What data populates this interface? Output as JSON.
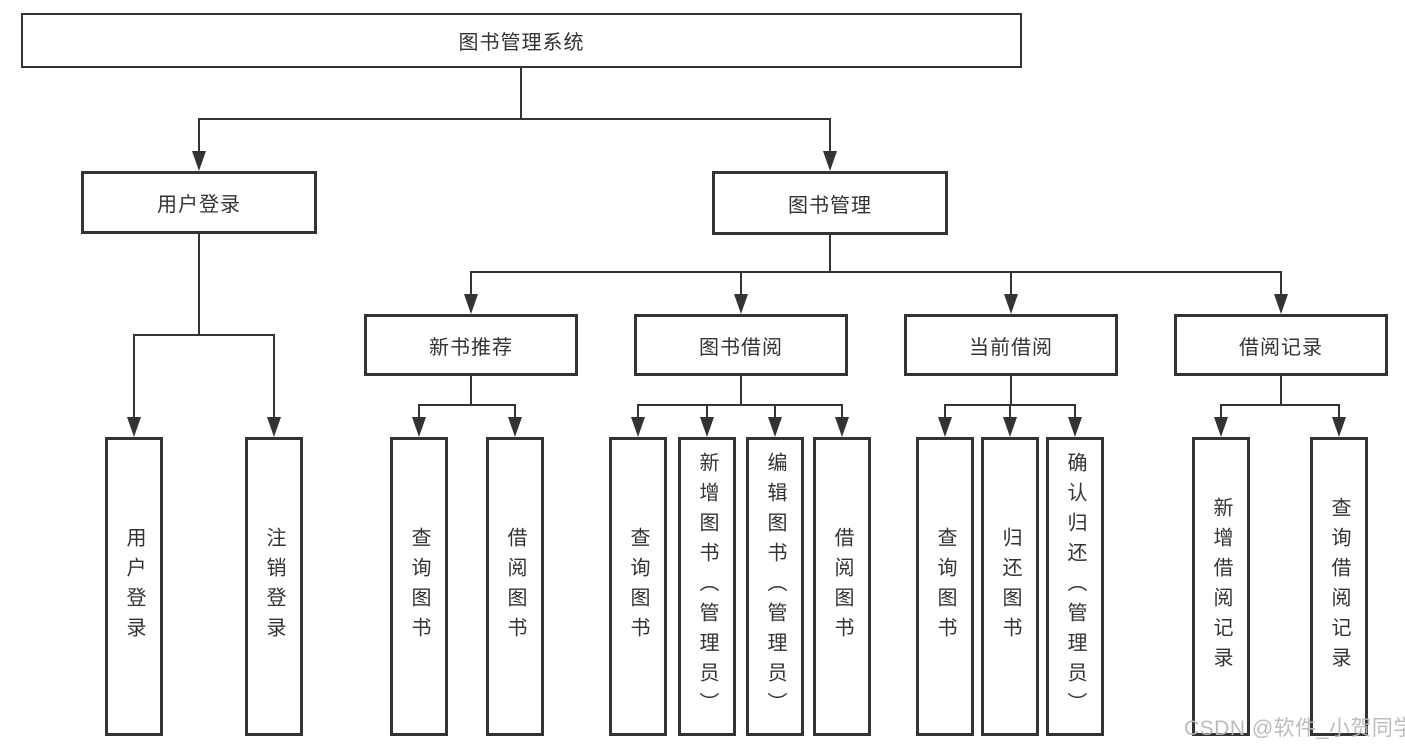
{
  "colors": {
    "line": "#333333",
    "text": "#333333",
    "box_background": "#ffffff",
    "page_background": "#ffffff",
    "watermark": "#b9b9b9"
  },
  "diagram": {
    "type": "hierarchy-tree",
    "root": {
      "label": "图书管理系统"
    },
    "level2": [
      {
        "label": "用户登录",
        "parent": "图书管理系统"
      },
      {
        "label": "图书管理",
        "parent": "图书管理系统"
      }
    ],
    "level3": [
      {
        "label": "新书推荐",
        "parent": "图书管理"
      },
      {
        "label": "图书借阅",
        "parent": "图书管理"
      },
      {
        "label": "当前借阅",
        "parent": "图书管理"
      },
      {
        "label": "借阅记录",
        "parent": "图书管理"
      }
    ],
    "leaves": [
      {
        "label": "用户登录",
        "parent": "用户登录"
      },
      {
        "label": "注销登录",
        "parent": "用户登录"
      },
      {
        "label": "查询图书",
        "parent": "新书推荐"
      },
      {
        "label": "借阅图书",
        "parent": "新书推荐"
      },
      {
        "label": "查询图书",
        "parent": "图书借阅"
      },
      {
        "label": "新增图书（管理员）",
        "parent": "图书借阅"
      },
      {
        "label": "编辑图书（管理员）",
        "parent": "图书借阅"
      },
      {
        "label": "借阅图书",
        "parent": "图书借阅"
      },
      {
        "label": "查询图书",
        "parent": "当前借阅"
      },
      {
        "label": "归还图书",
        "parent": "当前借阅"
      },
      {
        "label": "确认归还（管理员）",
        "parent": "当前借阅"
      },
      {
        "label": "新增借阅记录",
        "parent": "借阅记录"
      },
      {
        "label": "查询借阅记录",
        "parent": "借阅记录"
      }
    ]
  },
  "watermark": {
    "text": "CSDN @软件_小贺同学"
  }
}
